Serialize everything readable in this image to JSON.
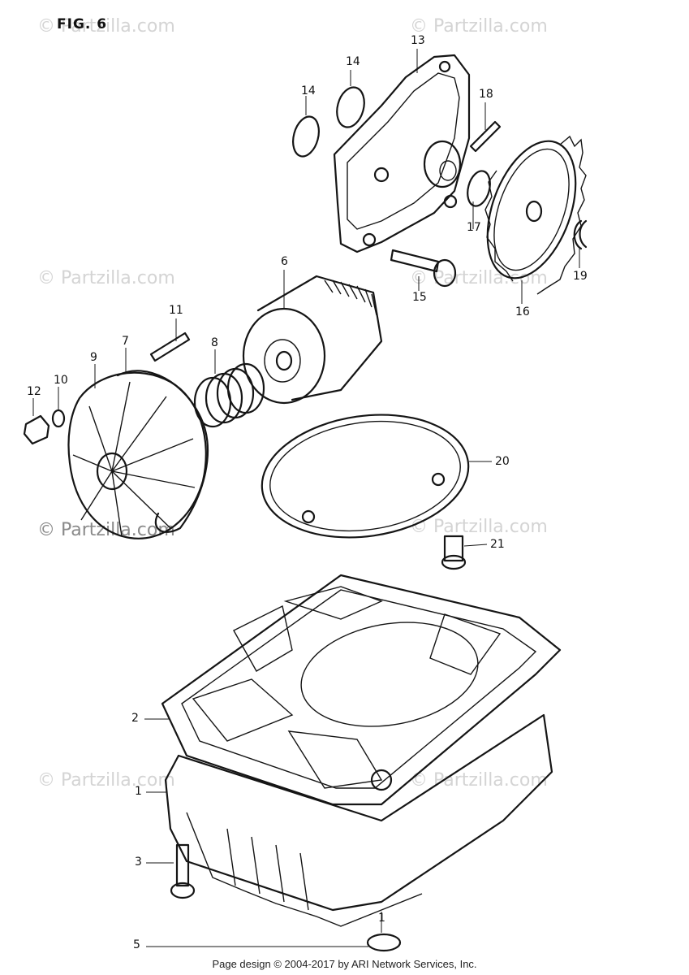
{
  "figure": {
    "label": "FIG. 6"
  },
  "watermarks": [
    {
      "text": "© Partzilla.com",
      "style": "faint"
    },
    {
      "text": "© Partzilla.com",
      "style": "faint"
    },
    {
      "text": "© Partzilla.com",
      "style": "faint"
    },
    {
      "text": "© Partzilla.com",
      "style": "faint"
    },
    {
      "text": "© Partzilla.com",
      "style": "strong"
    },
    {
      "text": "© Partzilla.com",
      "style": "faint"
    },
    {
      "text": "© Partzilla.com",
      "style": "faint"
    },
    {
      "text": "© Partzilla.com",
      "style": "faint"
    }
  ],
  "callouts": [
    "1",
    "2",
    "3",
    "5",
    "6",
    "7",
    "8",
    "9",
    "10",
    "11",
    "12",
    "13",
    "14",
    "14",
    "15",
    "16",
    "17",
    "18",
    "19",
    "20",
    "21",
    "1"
  ],
  "footer": {
    "text": "Page design © 2004-2017 by ARI Network Services, Inc."
  },
  "colors": {
    "ink": "#151515",
    "watermark": "#d4d4d4",
    "watermark_strong": "#8a8a8a",
    "background": "#ffffff"
  }
}
